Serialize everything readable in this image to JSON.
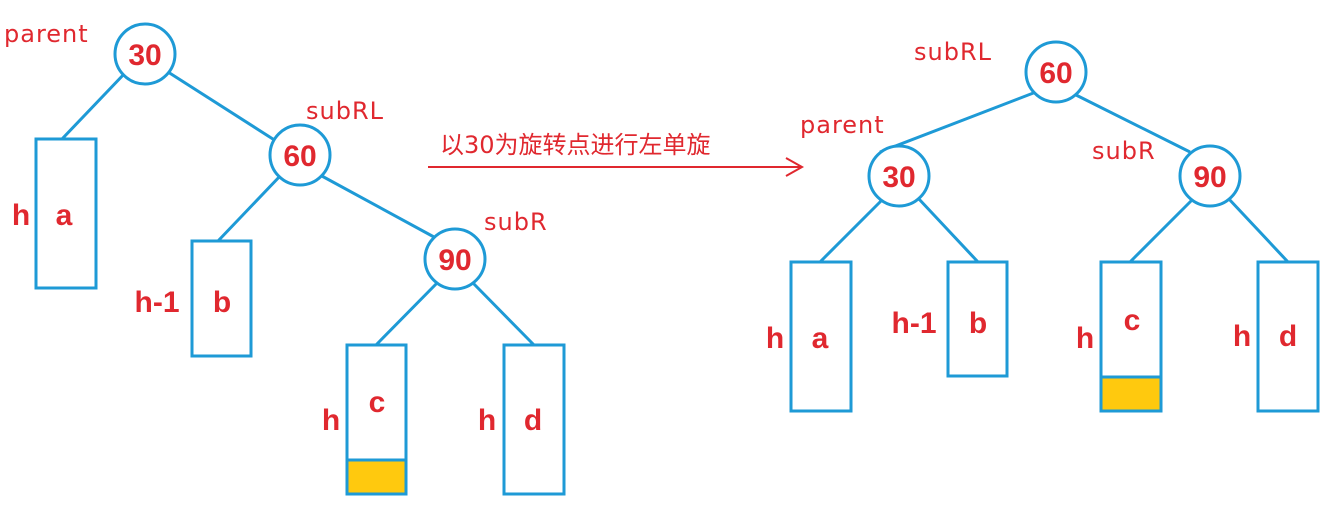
{
  "colors": {
    "line": "#1e9ad6",
    "text": "#e0282f",
    "highlight": "#ffc90e"
  },
  "caption": "以30为旋转点进行左单旋",
  "before": {
    "labels": {
      "parent": "parent",
      "subRL": "subRL",
      "subR": "subR"
    },
    "nodes": {
      "n30": "30",
      "n60": "60",
      "n90": "90"
    },
    "subtrees": {
      "a": "a",
      "b": "b",
      "c": "c",
      "d": "d"
    },
    "heights": {
      "a": "h",
      "b": "h-1",
      "c": "h",
      "d": "h"
    }
  },
  "after": {
    "labels": {
      "subRL": "subRL",
      "parent": "parent",
      "subR": "subR"
    },
    "nodes": {
      "n60": "60",
      "n30": "30",
      "n90": "90"
    },
    "subtrees": {
      "a": "a",
      "b": "b",
      "c": "c",
      "d": "d"
    },
    "heights": {
      "a": "h",
      "b": "h-1",
      "c": "h",
      "d": "h"
    }
  }
}
